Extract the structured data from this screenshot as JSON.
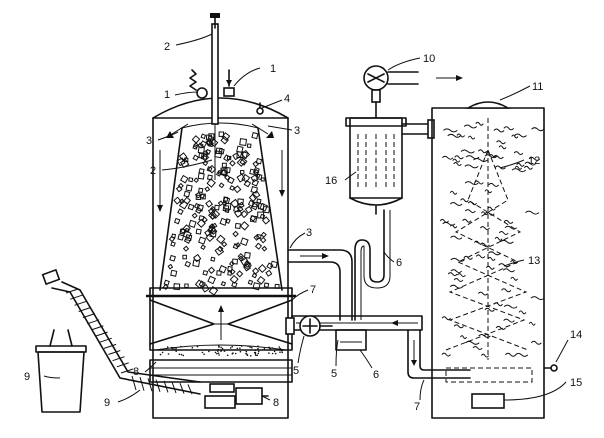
{
  "callouts": [
    {
      "id": "c1a",
      "text": "1"
    },
    {
      "id": "c1b",
      "text": "1"
    },
    {
      "id": "c2a",
      "text": "2"
    },
    {
      "id": "c2b",
      "text": "2"
    },
    {
      "id": "c3a",
      "text": "3"
    },
    {
      "id": "c3b",
      "text": "3"
    },
    {
      "id": "c3c",
      "text": "3"
    },
    {
      "id": "c4",
      "text": "4"
    },
    {
      "id": "c5a",
      "text": "5"
    },
    {
      "id": "c5b",
      "text": "5"
    },
    {
      "id": "c6a",
      "text": "6"
    },
    {
      "id": "c6b",
      "text": "6"
    },
    {
      "id": "c7a",
      "text": "7"
    },
    {
      "id": "c7b",
      "text": "7"
    },
    {
      "id": "c8a",
      "text": "8"
    },
    {
      "id": "c8b",
      "text": "8"
    },
    {
      "id": "c9a",
      "text": "9"
    },
    {
      "id": "c9b",
      "text": "9"
    },
    {
      "id": "c10",
      "text": "10"
    },
    {
      "id": "c11",
      "text": "11"
    },
    {
      "id": "c12",
      "text": "12"
    },
    {
      "id": "c13",
      "text": "13"
    },
    {
      "id": "c14",
      "text": "14"
    },
    {
      "id": "c15",
      "text": "15"
    },
    {
      "id": "c16",
      "text": "16"
    }
  ]
}
